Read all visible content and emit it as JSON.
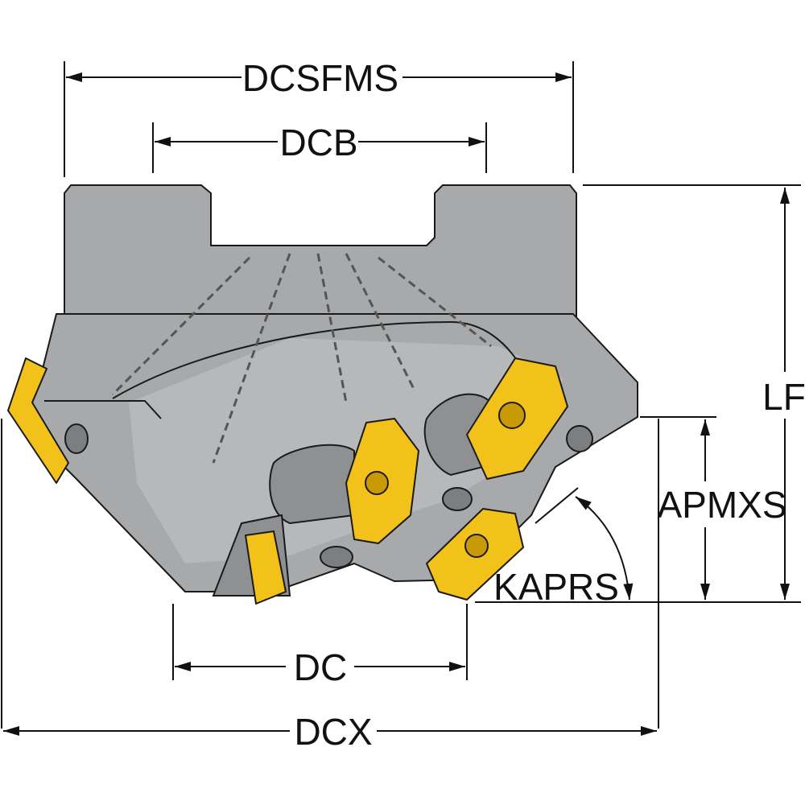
{
  "labels": {
    "dcsfms": "DCSFMS",
    "dcb": "DCB",
    "lf": "LF",
    "apmxs": "APMXS",
    "kaprs": "KAPRS",
    "dc": "DC",
    "dcx": "DCX"
  },
  "colors": {
    "body": "#a7a9ab",
    "body_light": "#c0c2c4",
    "body_dark": "#8e9092",
    "line": "#1a1a1a",
    "insert": "#f2c21b",
    "insert_dark": "#c99a06",
    "dim_line": "#111111"
  }
}
